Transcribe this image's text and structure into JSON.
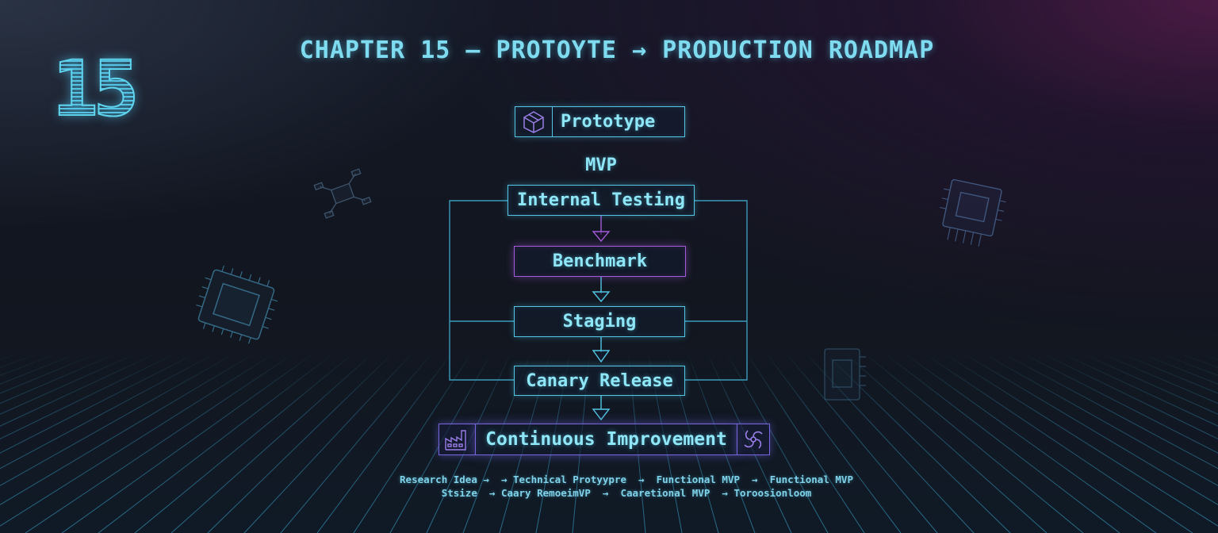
{
  "title": "CHAPTER 15 — PROTOYTE → PRODUCTION ROADMAP",
  "chapter_number": "15",
  "mvp_label": "MVP",
  "nodes": {
    "prototype": "Prototype",
    "internal_testing": "Internal Testing",
    "benchmark": "Benchmark",
    "staging": "Staging",
    "canary_release": "Canary Release",
    "continuous_improvement": "Continuous Improvement"
  },
  "path_text": {
    "line1": "Research Idea →  → Technical Protyypre  →  Functional MVP  →  Functional MVP",
    "line2": "Stsize  → Caary RemoeimVP  →  Caaretional MVP  → Toroosionloom"
  },
  "icons": [
    "cube-icon",
    "factory-icon",
    "spiral-icon",
    "chip-icon",
    "drone-icon"
  ],
  "colors": {
    "cyan": "#53c6e4",
    "purple": "#a15ad8",
    "violet": "#7a66e0"
  }
}
